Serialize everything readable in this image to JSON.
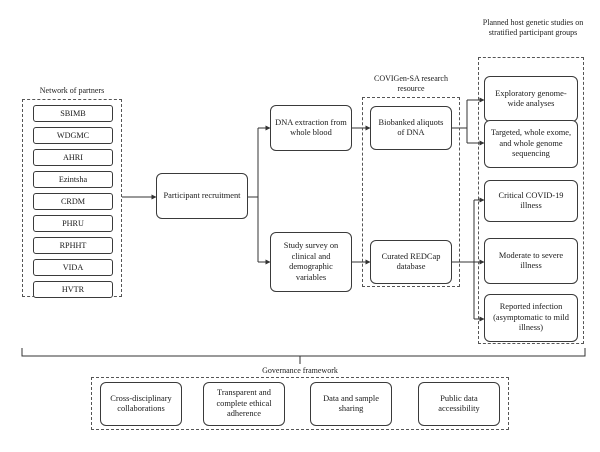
{
  "network": {
    "title": "Network of partners",
    "partners": [
      "SBIMB",
      "WDGMC",
      "AHRI",
      "Ezintsha",
      "CRDM",
      "PHRU",
      "RPHHT",
      "VIDA",
      "HVTR"
    ]
  },
  "participant_recruitment": "Participant recruitment",
  "dna_extraction": "DNA extraction from whole blood",
  "study_survey": "Study survey on clinical and demographic variables",
  "resource": {
    "title": "COVIGen-SA research resource",
    "biobanked": "Biobanked aliquots of DNA",
    "redcap": "Curated REDCap database"
  },
  "planned": {
    "title": "Planned host genetic studies on stratified participant groups",
    "studies": [
      "Exploratory genome-wide analyses",
      "Targeted, whole exome, and whole genome sequencing"
    ],
    "groups": [
      "Critical COVID-19 illness",
      "Moderate to severe illness",
      "Reported infection (asymptomatic to mild illness)"
    ]
  },
  "governance": {
    "title": "Governance framework",
    "items": [
      "Cross-disciplinary collaborations",
      "Transparent and complete ethical adherence",
      "Data and sample sharing",
      "Public data accessibility"
    ]
  }
}
